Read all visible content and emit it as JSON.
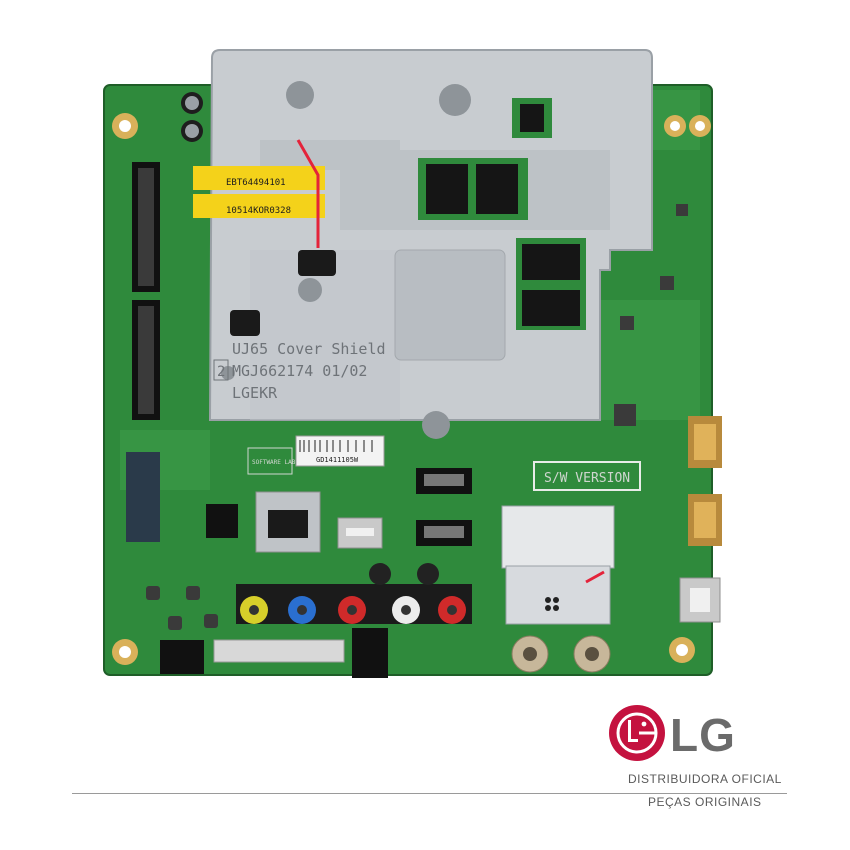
{
  "board": {
    "shield_line1": "UJ65 Cover Shield",
    "shield_line2": "MGJ662174 01/02",
    "shield_line3": "LGEKR",
    "shield_mark": "2",
    "label_top": "EBT64494101",
    "label_bottom": "10514KOR0328",
    "software_label": "SOFTWARE LABEL",
    "sw_version": "S/W VERSION",
    "barcode_text": "GD1411105W"
  },
  "brand": {
    "logo_text": "LG",
    "line1": "DISTRIBUIDORA OFICIAL",
    "line2": "PEÇAS ORIGINAIS",
    "logo_color": "#c4123f",
    "text_color": "#6b6b6b"
  },
  "colors": {
    "pcb": "#2f8a3c",
    "shield": "#c8ccd0",
    "label_yellow": "#f4d21a"
  }
}
